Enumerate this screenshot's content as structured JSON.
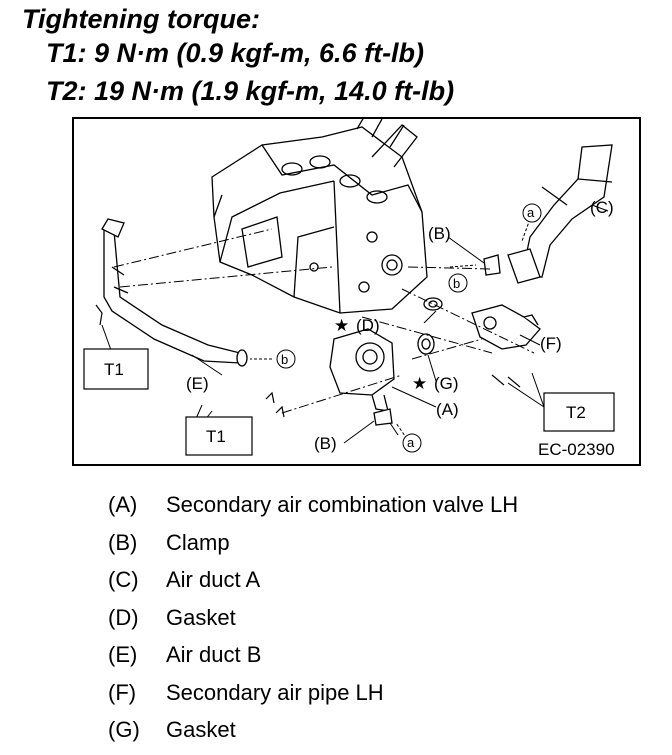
{
  "header": {
    "title": "Tightening torque:",
    "t1": "T1: 9 N·m (0.9 kgf-m, 6.6 ft-lb)",
    "t2": "T2: 19 N·m (1.9 kgf-m, 14.0 ft-lb)"
  },
  "diagram": {
    "figure_id": "EC-02390",
    "torque_boxes": {
      "t1_left": "T1",
      "t1_bottom": "T1",
      "t2": "T2"
    },
    "callouts": {
      "a": "(A)",
      "b_top": "(B)",
      "b_bottom": "(B)",
      "c": "(C)",
      "d": "(D)",
      "e": "(E)",
      "f": "(F)",
      "g": "(G)"
    },
    "circle_refs": {
      "a": "a",
      "b": "b"
    },
    "star": "★"
  },
  "legend": [
    {
      "code": "(A)",
      "text": "Secondary air combination valve LH"
    },
    {
      "code": "(B)",
      "text": "Clamp"
    },
    {
      "code": "(C)",
      "text": "Air duct A"
    },
    {
      "code": "(D)",
      "text": "Gasket"
    },
    {
      "code": "(E)",
      "text": "Air duct B"
    },
    {
      "code": "(F)",
      "text": "Secondary air pipe LH"
    },
    {
      "code": "(G)",
      "text": "Gasket"
    }
  ]
}
